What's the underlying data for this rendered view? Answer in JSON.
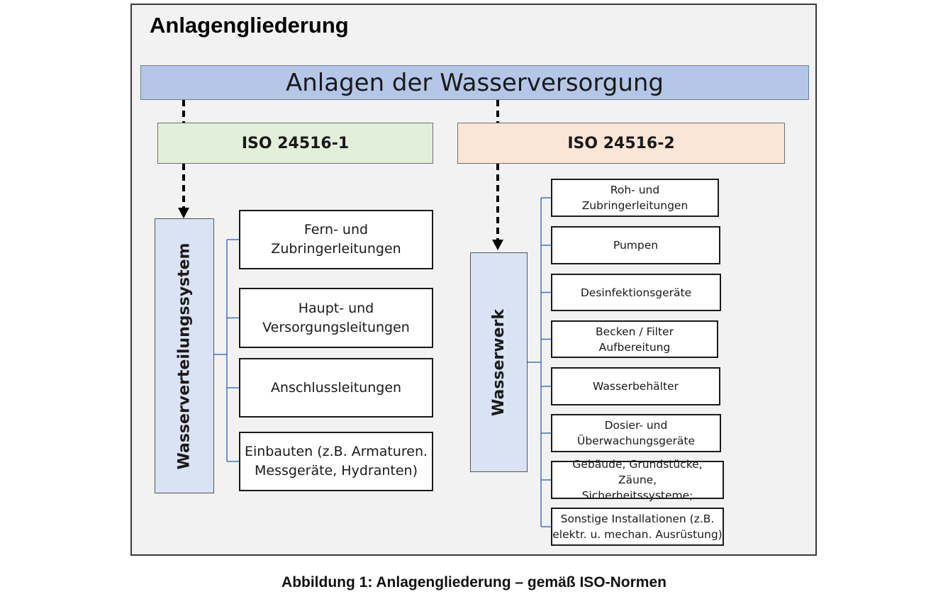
{
  "heading": "Anlagengliederung",
  "main_box": "Anlagen der Wasserversorgung",
  "iso_left": "ISO 24516-1",
  "iso_right": "ISO 24516-2",
  "left_vertical": "Wasserverteilungssystem",
  "right_vertical": "Wasserwerk",
  "left_items": [
    [
      "Fern- und",
      "Zubringerleitungen"
    ],
    [
      "Haupt- und",
      "Versorgungsleitungen"
    ],
    [
      "Anschlussleitungen"
    ],
    [
      "Einbauten (z.B. Armaturen.",
      "Messgeräte, Hydranten)"
    ]
  ],
  "right_items": [
    [
      "Roh- und",
      "Zubringerleitungen"
    ],
    [
      "Pumpen"
    ],
    [
      "Desinfektionsgeräte"
    ],
    [
      "Becken / Filter",
      "Aufbereitung"
    ],
    [
      "Wasserbehälter"
    ],
    [
      "Dosier- und",
      "Überwachungsgeräte"
    ],
    [
      "Gebäude, Grundstücke, Zäune,",
      "Sicherheitssysteme;"
    ],
    [
      "Sonstige Installationen (z.B.",
      "elektr. u. mechan. Ausrüstung)"
    ]
  ],
  "caption": "Abbildung 1: Anlagengliederung – gemäß ISO-Normen",
  "colors": {
    "main_fill": "#b4c7e7",
    "iso_left_fill": "#e2efda",
    "iso_right_fill": "#fbe5d6",
    "vertical_fill": "#dae3f3",
    "connector": "#4472c4"
  }
}
